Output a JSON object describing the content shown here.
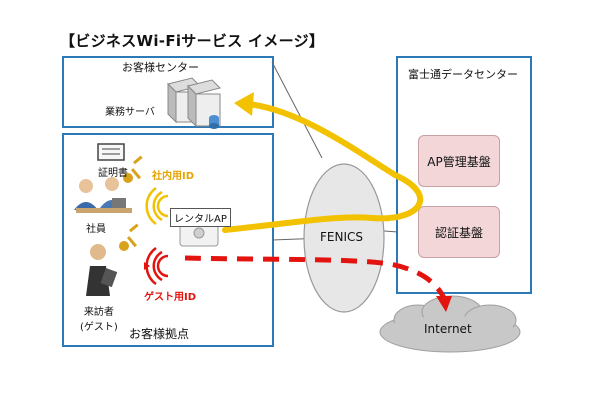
{
  "title": "【ビジネスWi-Fiサービス イメージ】",
  "customer_office": {
    "label": "お客様センター",
    "server_label": "業務サーバ"
  },
  "customer_site": {
    "label": "お客様拠点",
    "certificate_label": "証明書",
    "employee_label": "社員",
    "internal_id_label": "社内用ID",
    "rental_ap_label": "レンタルAP",
    "guest_id_label": "ゲスト用ID",
    "visitor_label_line1": "来訪者",
    "visitor_label_line2": "(ゲスト)"
  },
  "network": {
    "label": "FENICS"
  },
  "datacenter": {
    "label": "富士通データセンター",
    "ap_mgmt": "AP管理基盤",
    "auth": "認証基盤"
  },
  "internet": {
    "label": "Internet"
  },
  "colors": {
    "frame": "#2c79b8",
    "internal_flow": "#f2c200",
    "guest_flow": "#e3140f",
    "node_fill": "#f2d6d8"
  }
}
